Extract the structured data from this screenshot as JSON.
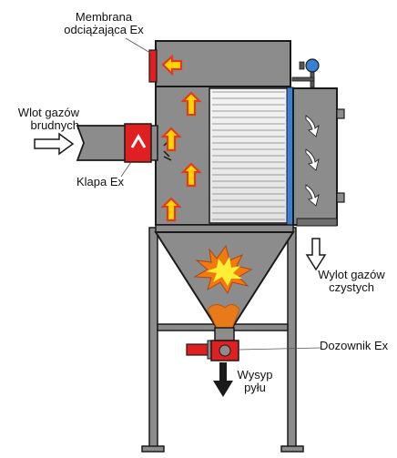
{
  "labels": {
    "membrane": [
      "Membrana",
      "odciążająca Ex"
    ],
    "inlet": [
      "Wlot gazów",
      "brudnych"
    ],
    "flap": "Klapa Ex",
    "outlet": [
      "Wylot gazów",
      "czystych"
    ],
    "doser": "Dozownik Ex",
    "dust": [
      "Wysyp",
      "pyłu"
    ]
  },
  "colors": {
    "steel": "#8c8c8c",
    "steel_dark": "#6f6f6f",
    "steel_light": "#a8a8a8",
    "outline": "#1a1a1a",
    "flap_red": "#e02020",
    "arrow_fill": "#ffd400",
    "arrow_stroke": "#e23a1a",
    "blue_edge": "#3a7fd4",
    "explosion_yellow": "#ffee33",
    "explosion_orange": "#f07a10",
    "dust_orange": "#e87a1a"
  },
  "icons": {
    "up_arrow": "up-arrow-icon",
    "left_arrow": "left-arrow-icon",
    "explosion": "explosion-icon",
    "gauge": "pressure-gauge-icon"
  }
}
